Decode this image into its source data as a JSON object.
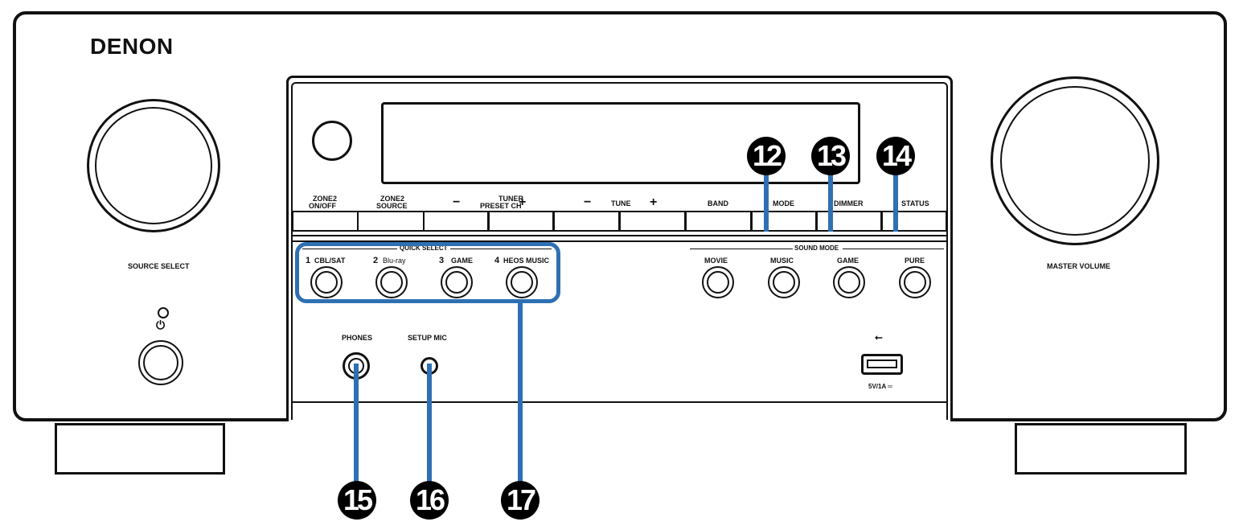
{
  "brand": "DENON",
  "knobs": {
    "source_select": "SOURCE SELECT",
    "master_volume": "MASTER VOLUME"
  },
  "top_buttons": {
    "zone2_onoff": [
      "ZONE2",
      "ON/OFF"
    ],
    "zone2_source": [
      "ZONE2",
      "SOURCE"
    ],
    "tuner_preset": [
      "TUNER",
      "PRESET CH"
    ],
    "tune": "TUNE",
    "minus": "−",
    "plus": "+",
    "band": "BAND",
    "mode": "MODE",
    "dimmer": "DIMMER",
    "status": "STATUS"
  },
  "quick_select": {
    "title": "QUICK SELECT",
    "items": [
      {
        "num": "1",
        "label": "CBL/SAT"
      },
      {
        "num": "2",
        "label": "Blu-ray"
      },
      {
        "num": "3",
        "label": "GAME"
      },
      {
        "num": "4",
        "label": "HEOS MUSIC"
      }
    ]
  },
  "sound_mode": {
    "title": "SOUND MODE",
    "items": [
      "MOVIE",
      "MUSIC",
      "GAME",
      "PURE"
    ]
  },
  "jacks": {
    "phones": "PHONES",
    "setup_mic": "SETUP MIC",
    "usb_rating": "5V/1A ═"
  },
  "callouts": [
    "12",
    "13",
    "14",
    "15",
    "16",
    "17"
  ],
  "colors": {
    "callout_line": "#2f70b3",
    "outline": "#111111"
  }
}
